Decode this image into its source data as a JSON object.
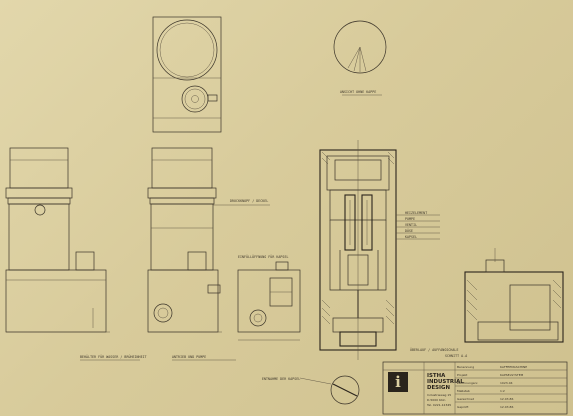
{
  "drawing": {
    "section_label": "SCHNITT A-A",
    "dimension_note": "ANSICHT OHNE KAPPE",
    "annotation_upper": "DRUCKKNOPF / DECKEL",
    "annotation_side": "EINFÜLLÖFFNUNG FÜR KAPSEL",
    "annotation_left": "BEHÄLTER FÜR WASSER / BRÜHEINHEIT",
    "annotation_mid": "ANTRIEB UND PUMPE",
    "annotation_bottom": "ENTNAHME DER KAPSEL",
    "callouts": [
      "HEIZELEMENT",
      "PUMPE",
      "VENTIL",
      "DÜSE",
      "KAPSEL"
    ],
    "bottom_note": "ÜBERLAUF / AUFFANGSCHALE"
  },
  "title_block": {
    "logo": "i",
    "company_lines": [
      "ISTHA",
      "INDUSTRIAL",
      "DESIGN"
    ],
    "address_lines": [
      "Industrieweg 15",
      "D-5000 Köln",
      "Tel. 0221-12345"
    ],
    "rows": [
      {
        "label": "Benennung",
        "value": "KAFFEEMASCHINE"
      },
      {
        "label": "Projekt",
        "value": "KAPSELSYSTEM"
      },
      {
        "label": "Zeichnungsnr.",
        "value": "1023-04"
      },
      {
        "label": "Maßstab",
        "value": "1:2"
      },
      {
        "label": "Gezeichnet",
        "value": "12.03.86"
      },
      {
        "label": "Geprüft",
        "value": "12.03.86"
      }
    ]
  },
  "colors": {
    "paper": "#ddd1a3",
    "ink": "#3a3328"
  }
}
